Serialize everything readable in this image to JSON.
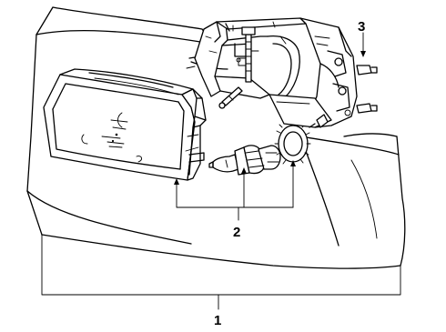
{
  "diagram": {
    "callouts": [
      {
        "id": "1",
        "label": "1",
        "part": "front-bumper-cover"
      },
      {
        "id": "2",
        "label": "2",
        "part": "headlamp-assembly-and-bulb"
      },
      {
        "id": "3",
        "label": "3",
        "part": "headlamp-mounting-bracket"
      }
    ],
    "icons": [
      "headlamp-lens",
      "bulb",
      "bulb-retainer-ring",
      "mounting-bracket",
      "bumper-cover"
    ],
    "line_color": "#000000",
    "background": "#ffffff"
  }
}
